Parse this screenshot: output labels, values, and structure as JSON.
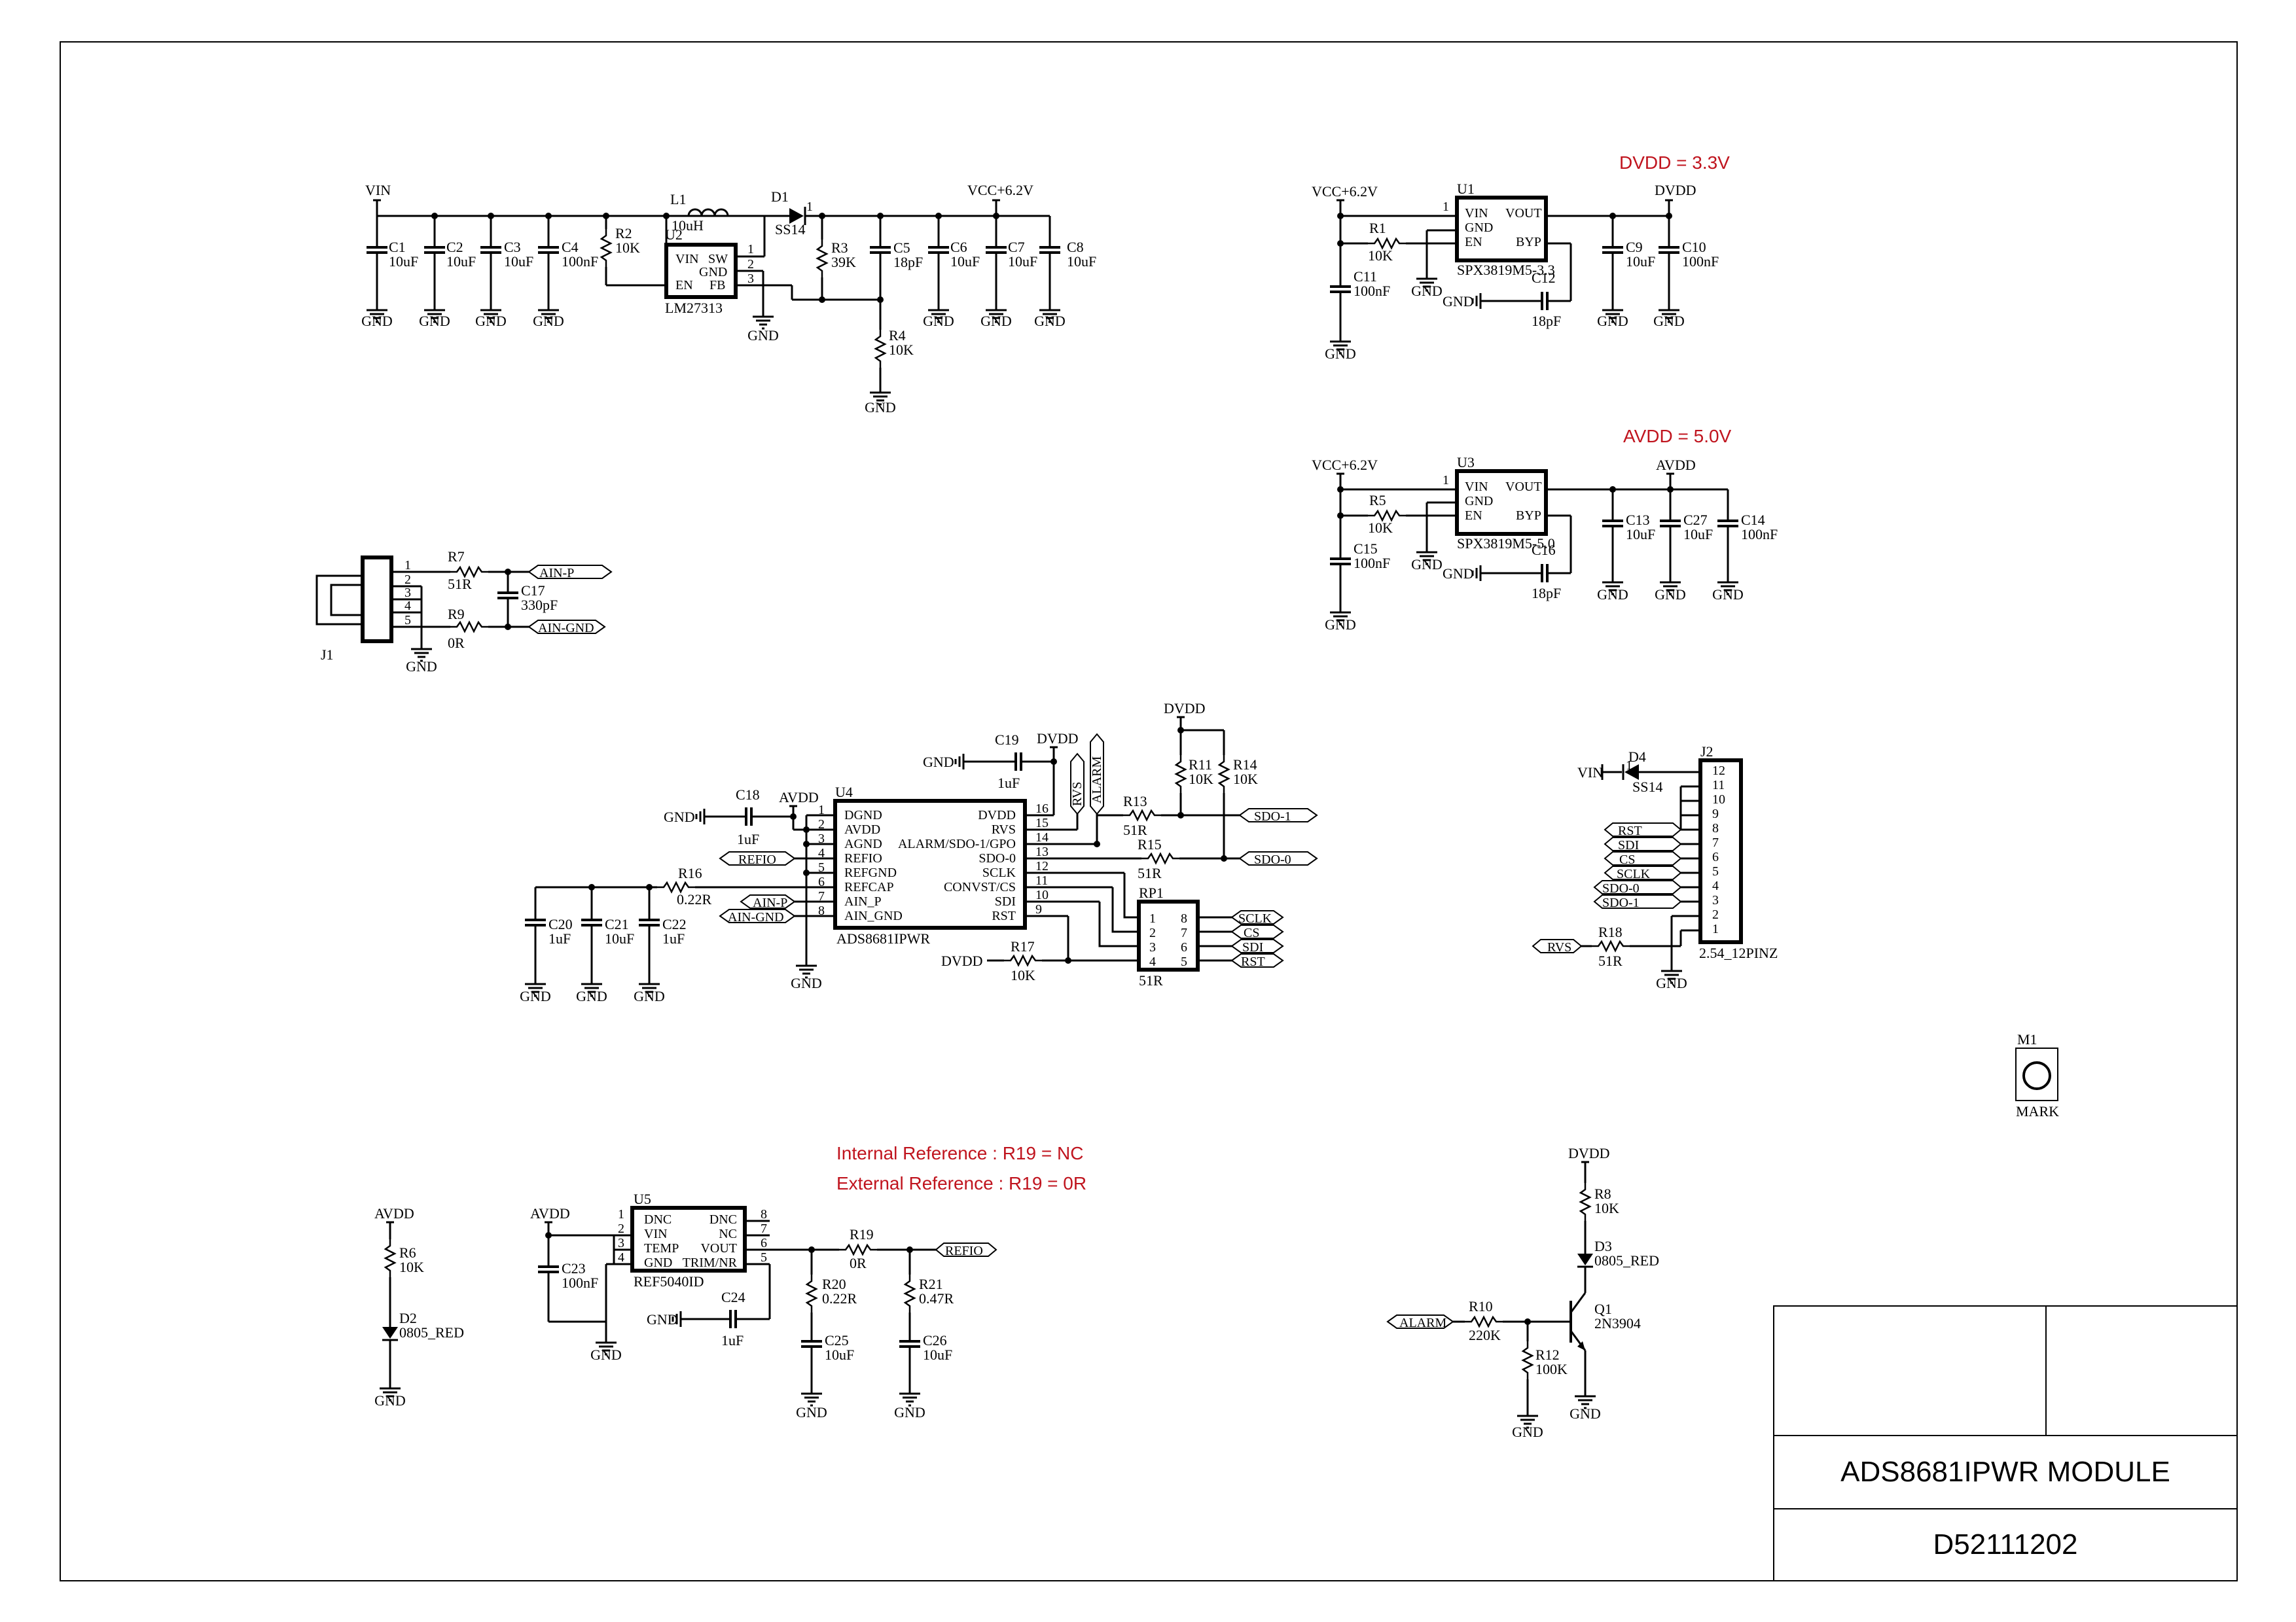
{
  "notes": {
    "dvdd": "DVDD = 3.3V",
    "avdd": "AVDD = 5.0V",
    "internal_ref": "Internal Reference : R19 = NC",
    "external_ref": "External Reference : R19 = 0R"
  },
  "title_block": {
    "title": "ADS8681IPWR MODULE",
    "number": "D52111202"
  },
  "nets": {
    "vin": "VIN",
    "gnd": "GND",
    "vcc": "VCC+6.2V",
    "dvdd": "DVDD",
    "avdd": "AVDD",
    "ain_p": "AIN-P",
    "ain_gnd": "AIN-GND",
    "refio": "REFIO",
    "rvs": "RVS",
    "alarm": "ALARM",
    "sdo1": "SDO-1",
    "sdo0": "SDO-0",
    "sclk": "SCLK",
    "cs": "CS",
    "sdi": "SDI",
    "rst": "RST"
  },
  "parts": {
    "c1": [
      "C1",
      "10uF"
    ],
    "c2": [
      "C2",
      "10uF"
    ],
    "c3": [
      "C3",
      "10uF"
    ],
    "c4": [
      "C4",
      "100nF"
    ],
    "r2": [
      "R2",
      "10K"
    ],
    "l1": [
      "L1",
      "10uH"
    ],
    "d1": [
      "D1",
      "SS14"
    ],
    "u2": {
      "ref": "U2",
      "name": "LM27313",
      "vin": "VIN",
      "sw": "SW",
      "gnd": "GND",
      "en": "EN",
      "fb": "FB"
    },
    "r3": [
      "R3",
      "39K"
    ],
    "c5": [
      "C5",
      "18pF"
    ],
    "c6": [
      "C6",
      "10uF"
    ],
    "c7": [
      "C7",
      "10uF"
    ],
    "c8": [
      "C8",
      "10uF"
    ],
    "r4": [
      "R4",
      "10K"
    ],
    "u1": {
      "ref": "U1",
      "name": "SPX3819M5-3.3",
      "vin": "VIN",
      "vout": "VOUT",
      "gnd": "GND",
      "en": "EN",
      "byp": "BYP"
    },
    "r1": [
      "R1",
      "10K"
    ],
    "c11": [
      "C11",
      "100nF"
    ],
    "c12": [
      "C12",
      "18pF"
    ],
    "c9": [
      "C9",
      "10uF"
    ],
    "c10": [
      "C10",
      "100nF"
    ],
    "u3": {
      "ref": "U3",
      "name": "SPX3819M5-5.0",
      "vin": "VIN",
      "vout": "VOUT",
      "gnd": "GND",
      "en": "EN",
      "byp": "BYP"
    },
    "r5": [
      "R5",
      "10K"
    ],
    "c15": [
      "C15",
      "100nF"
    ],
    "c16": [
      "C16",
      "18pF"
    ],
    "c13": [
      "C13",
      "10uF"
    ],
    "c27": [
      "C27",
      "10uF"
    ],
    "c14": [
      "C14",
      "100nF"
    ],
    "j1": "J1",
    "r7": [
      "R7",
      "51R"
    ],
    "c17": [
      "C17",
      "330pF"
    ],
    "r9": [
      "R9",
      "0R"
    ],
    "u4": {
      "ref": "U4",
      "name": "ADS8681IPWR",
      "left": [
        "DGND",
        "AVDD",
        "AGND",
        "REFIO",
        "REFGND",
        "REFCAP",
        "AIN_P",
        "AIN_GND"
      ],
      "right": [
        "DVDD",
        "RVS",
        "ALARM/SDO-1/GPO",
        "SDO-0",
        "SCLK",
        "CONVST/CS",
        "SDI",
        "RST"
      ]
    },
    "c18": [
      "C18",
      "1uF"
    ],
    "c19": [
      "C19",
      "1uF"
    ],
    "r16": [
      "R16",
      "0.22R"
    ],
    "c20": [
      "C20",
      "1uF"
    ],
    "c21": [
      "C21",
      "10uF"
    ],
    "c22": [
      "C22",
      "1uF"
    ],
    "r11": [
      "R11",
      "10K"
    ],
    "r14": [
      "R14",
      "10K"
    ],
    "r13": [
      "R13",
      "51R"
    ],
    "r15": [
      "R15",
      "51R"
    ],
    "r17": [
      "R17",
      "10K"
    ],
    "rp1": [
      "RP1",
      "51R"
    ],
    "d4": [
      "D4",
      "SS14"
    ],
    "j2": [
      "J2",
      "2.54_12PINZ"
    ],
    "r18": [
      "R18",
      "51R"
    ],
    "m1": [
      "M1",
      "MARK"
    ],
    "r6": [
      "R6",
      "10K"
    ],
    "d2": [
      "D2",
      "0805_RED"
    ],
    "u5": {
      "ref": "U5",
      "name": "REF5040ID",
      "left": [
        "DNC",
        "VIN",
        "TEMP",
        "GND"
      ],
      "right": [
        "DNC",
        "NC",
        "VOUT",
        "TRIM/NR"
      ]
    },
    "c23": [
      "C23",
      "100nF"
    ],
    "c24": [
      "C24",
      "1uF"
    ],
    "r19": [
      "R19",
      "0R"
    ],
    "r20": [
      "R20",
      "0.22R"
    ],
    "r21": [
      "R21",
      "0.47R"
    ],
    "c25": [
      "C25",
      "10uF"
    ],
    "c26": [
      "C26",
      "10uF"
    ],
    "r8": [
      "R8",
      "10K"
    ],
    "d3": [
      "D3",
      "0805_RED"
    ],
    "r10": [
      "R10",
      "220K"
    ],
    "r12": [
      "R12",
      "100K"
    ],
    "q1": [
      "Q1",
      "2N3904"
    ]
  }
}
